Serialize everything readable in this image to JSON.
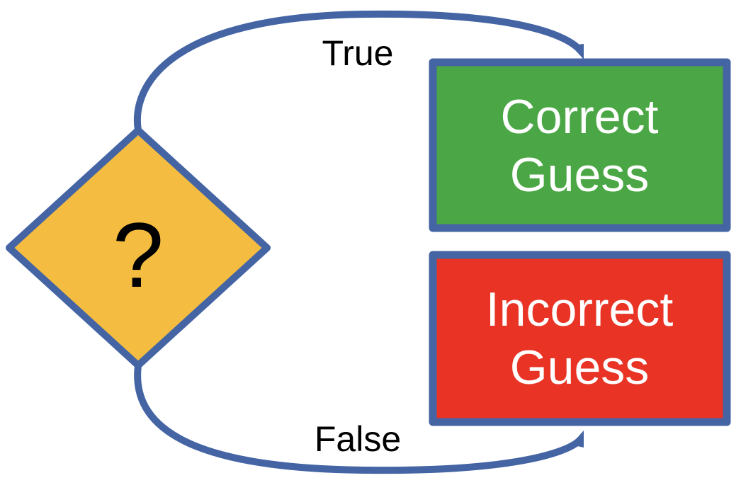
{
  "decision": {
    "symbol": "?",
    "fill": "#F4BD41",
    "stroke": "#4464A4"
  },
  "edges": {
    "true_label": "True",
    "false_label": "False",
    "stroke": "#4464A4"
  },
  "boxes": {
    "correct": {
      "line1": "Correct",
      "line2": "Guess",
      "fill": "#4BA745",
      "stroke": "#4464A4"
    },
    "incorrect": {
      "line1": "Incorrect",
      "line2": "Guess",
      "fill": "#E83325",
      "stroke": "#4464A4"
    }
  }
}
